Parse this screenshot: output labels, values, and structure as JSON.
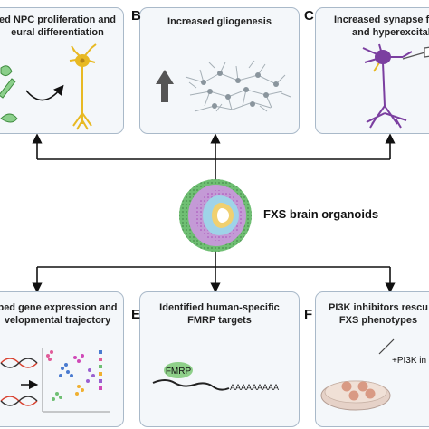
{
  "panels": {
    "A": {
      "letter": "",
      "title_line1": "ed NPC proliferation and",
      "title_line2": "eural differentiation"
    },
    "B": {
      "letter": "B",
      "title_line1": "Increased gliogenesis"
    },
    "C": {
      "letter": "C",
      "title_line1": "Increased synapse for",
      "title_line2": "and hyperexcitabi"
    },
    "D": {
      "letter": "",
      "title_line1": "ped gene expression and",
      "title_line2": "velopmental trajectory"
    },
    "E": {
      "letter": "E",
      "title_line1": "Identified human-specific",
      "title_line2": "FMRP targets",
      "fmrp_label": "FMRP",
      "polyA": "AAAAAAAAA"
    },
    "F": {
      "letter": "F",
      "title_line1": "PI3K inhibitors rescu",
      "title_line2": "FXS phenotypes",
      "drug_label": "+PI3K in"
    }
  },
  "center": {
    "label": "FXS brain organoids"
  },
  "colors": {
    "panel_bg": "#f4f7fa",
    "panel_border": "#a9b9c9",
    "neuron_yellow": "#e8b923",
    "neuron_purple": "#7b3fa0",
    "astrocyte_grey": "#9aa5ad",
    "fmrp_green": "#8fd08a",
    "dna_red": "#d9412f",
    "organoid_green": "#4caf50"
  }
}
